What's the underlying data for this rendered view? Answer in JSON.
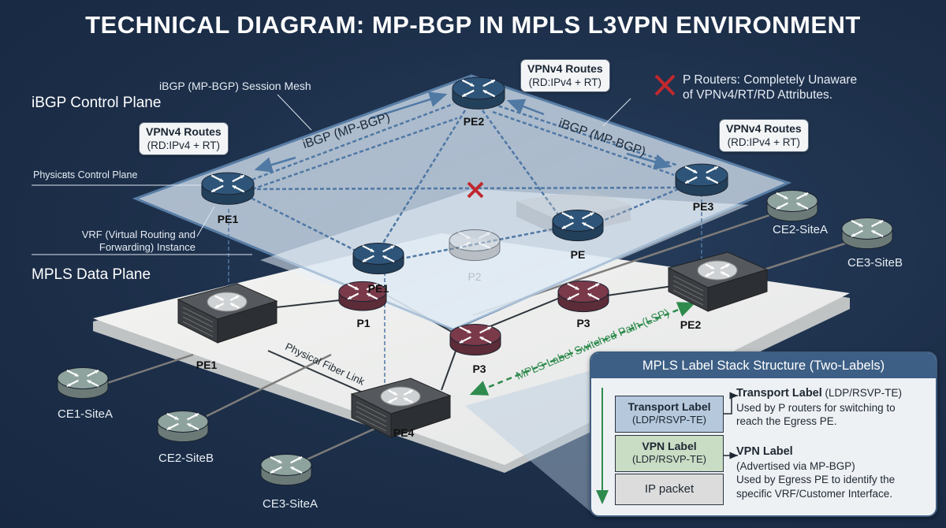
{
  "title": "TECHNICAL DIAGRAM: MP-BGP IN MPLS L3VPN ENVIRONMENT",
  "colors": {
    "background": "#1d2f4a",
    "pe_router": "#2e5579",
    "p_router": "#7a3a4a",
    "ce_router": "#8fa39e",
    "lsp": "#2f8a4e",
    "cross": "#c0282e",
    "panel_header": "#3d5f85",
    "transport_label": "#b5c8dc",
    "vpn_label": "#c9dcc4",
    "ip_packet": "#dcdcdc"
  },
  "planes": {
    "control": "iBGP Control Plane",
    "data": "MPLS Data Plane"
  },
  "side_labels": {
    "physical_control": "Physicвts Control Plane",
    "vrf_line1": "VRF (Virtual Routing and",
    "vrf_line2": "Forwarding) Instance"
  },
  "annotations": {
    "session_mesh": "iBGP (MP-BGP) Session Mesh",
    "ibgp_left": "iBGP (MP-BGP)",
    "ibgp_right": "iBGP (MP-BGP)",
    "p_routers_line1": "P Routers: Completely Unaware",
    "p_routers_line2": "of VPNv4/RT/RD Attributes.",
    "fiber": "Physical Fiber Link",
    "lsp": "MPLS Label Switched Path (LSP)"
  },
  "bubbles": [
    {
      "title": "VPNv4 Routes",
      "sub": "(RD:IPv4 + RT)"
    },
    {
      "title": "VPNv4 Routes",
      "sub": "(RD:IPv4 + RT)"
    },
    {
      "title": "VPNv4 Routes",
      "sub": "(RD:IPv4 + RT)"
    }
  ],
  "control_nodes": {
    "pe1": "PE1",
    "pe2": "PE2",
    "pe3": "PE3",
    "pe_mid": "PE",
    "pe1_mid": "PE1",
    "p2_ghost": "P2"
  },
  "data_nodes": {
    "pe1": "PE1",
    "pe2": "PE2",
    "pe4": "PE4",
    "p1": "P1",
    "p3a": "P3",
    "p3b": "P3"
  },
  "ce_nodes": {
    "ce1_sitea": "CE1-SiteA",
    "ce2_siteb": "CE2-SiteB",
    "ce3_sitea": "CE3-SiteA",
    "ce2_sitea": "CE2-SiteA",
    "ce3_siteb": "CE3-SiteB"
  },
  "label_stack": {
    "title": "MPLS Label Stack Structure (Two-Labels)",
    "layers": [
      {
        "name": "Transport Label",
        "sub": "(LDP/RSVP-TE)"
      },
      {
        "name": "VPN Label",
        "sub": "(LDP/RSVP-TE)"
      },
      {
        "name": "IP packet",
        "sub": ""
      }
    ],
    "descriptions": {
      "transport_title": "Transport Label",
      "transport_proto": " (LDP/RSVP-TE)",
      "transport_line1": "Used by P routers for switching to",
      "transport_line2": "reach the Egress PE.",
      "vpn_title": "VPN Label",
      "vpn_line1": "(Advertised via MP-BGP)",
      "vpn_line2": "Used by Egress PE to identify the",
      "vpn_line3": "specific VRF/Customer Interface."
    }
  }
}
